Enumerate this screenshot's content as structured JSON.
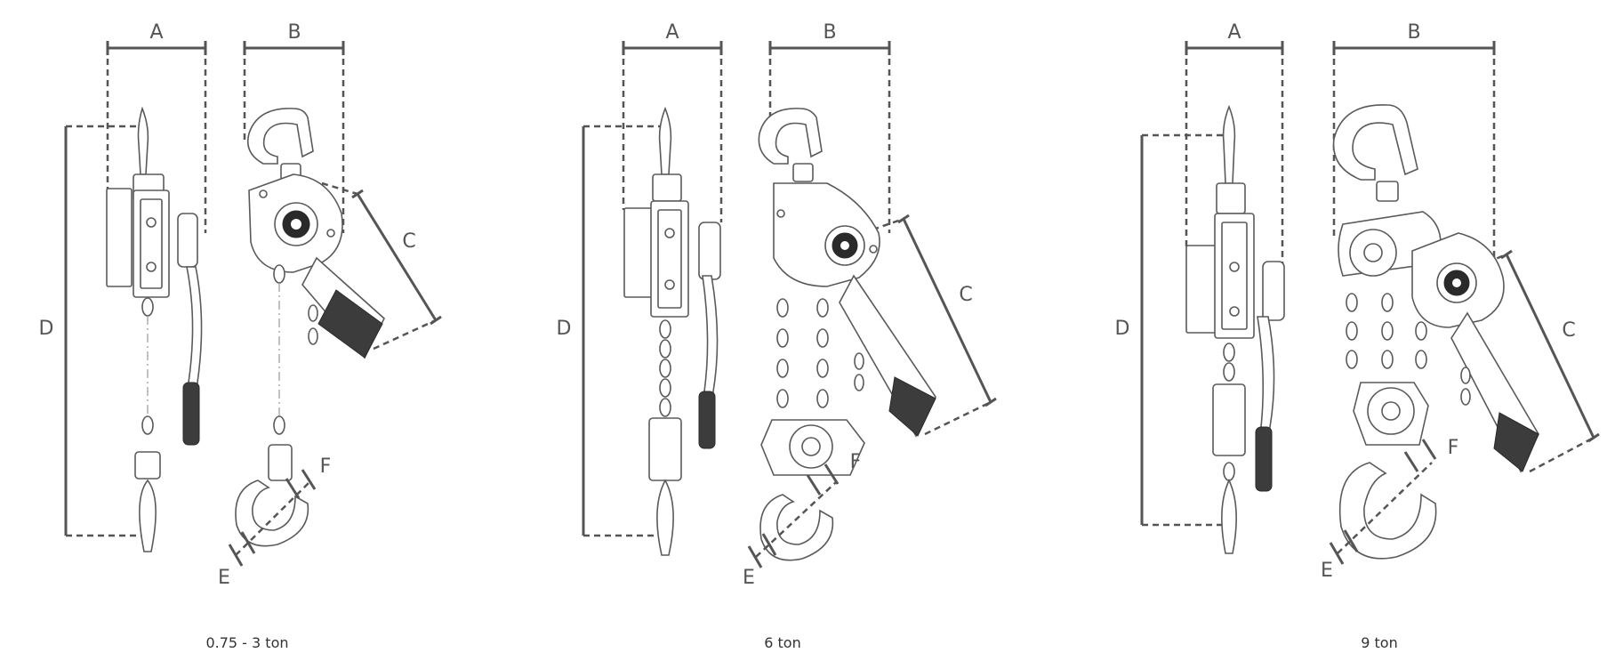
{
  "figures": [
    {
      "caption": "0.75 - 3 ton",
      "labels": {
        "A": "A",
        "B": "B",
        "C": "C",
        "D": "D",
        "E": "E",
        "F": "F"
      }
    },
    {
      "caption": "6 ton",
      "labels": {
        "A": "A",
        "B": "B",
        "C": "C",
        "D": "D",
        "E": "E",
        "F": "F"
      }
    },
    {
      "caption": "9 ton",
      "labels": {
        "A": "A",
        "B": "B",
        "C": "C",
        "D": "D",
        "E": "E",
        "F": "F"
      }
    }
  ],
  "colors": {
    "line": "#555555",
    "grip": "#3c3c3c",
    "background": "#ffffff"
  }
}
